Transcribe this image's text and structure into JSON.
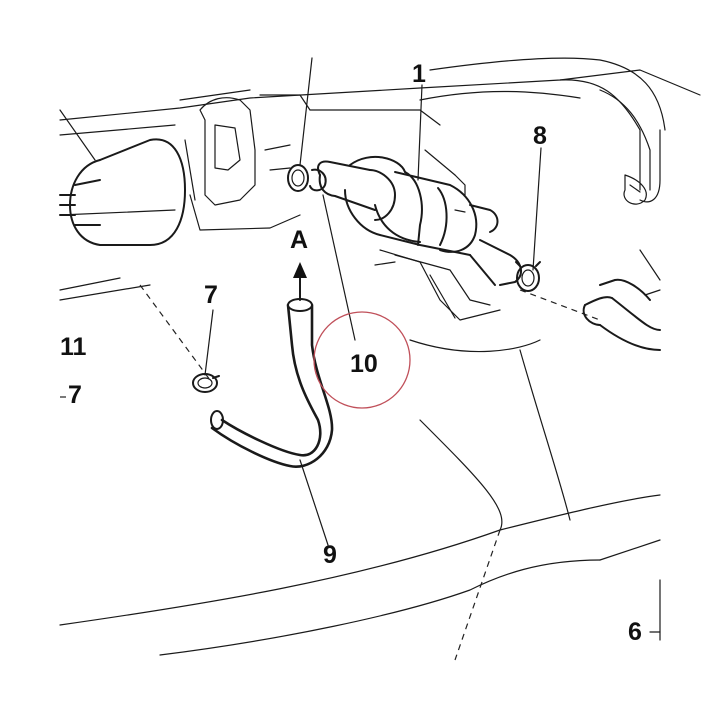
{
  "diagram": {
    "labels": {
      "fuel_filter": "1",
      "clip_right": "8",
      "clip_left": "7",
      "flow_arrow": "A",
      "hose_end": "10",
      "hose": "9",
      "callout_11": "11",
      "callout_7_edge": "7",
      "callout_6": "6"
    },
    "colors": {
      "line": "#1a1a1a",
      "highlight_circle": "#c0505a",
      "background": "#ffffff"
    }
  }
}
